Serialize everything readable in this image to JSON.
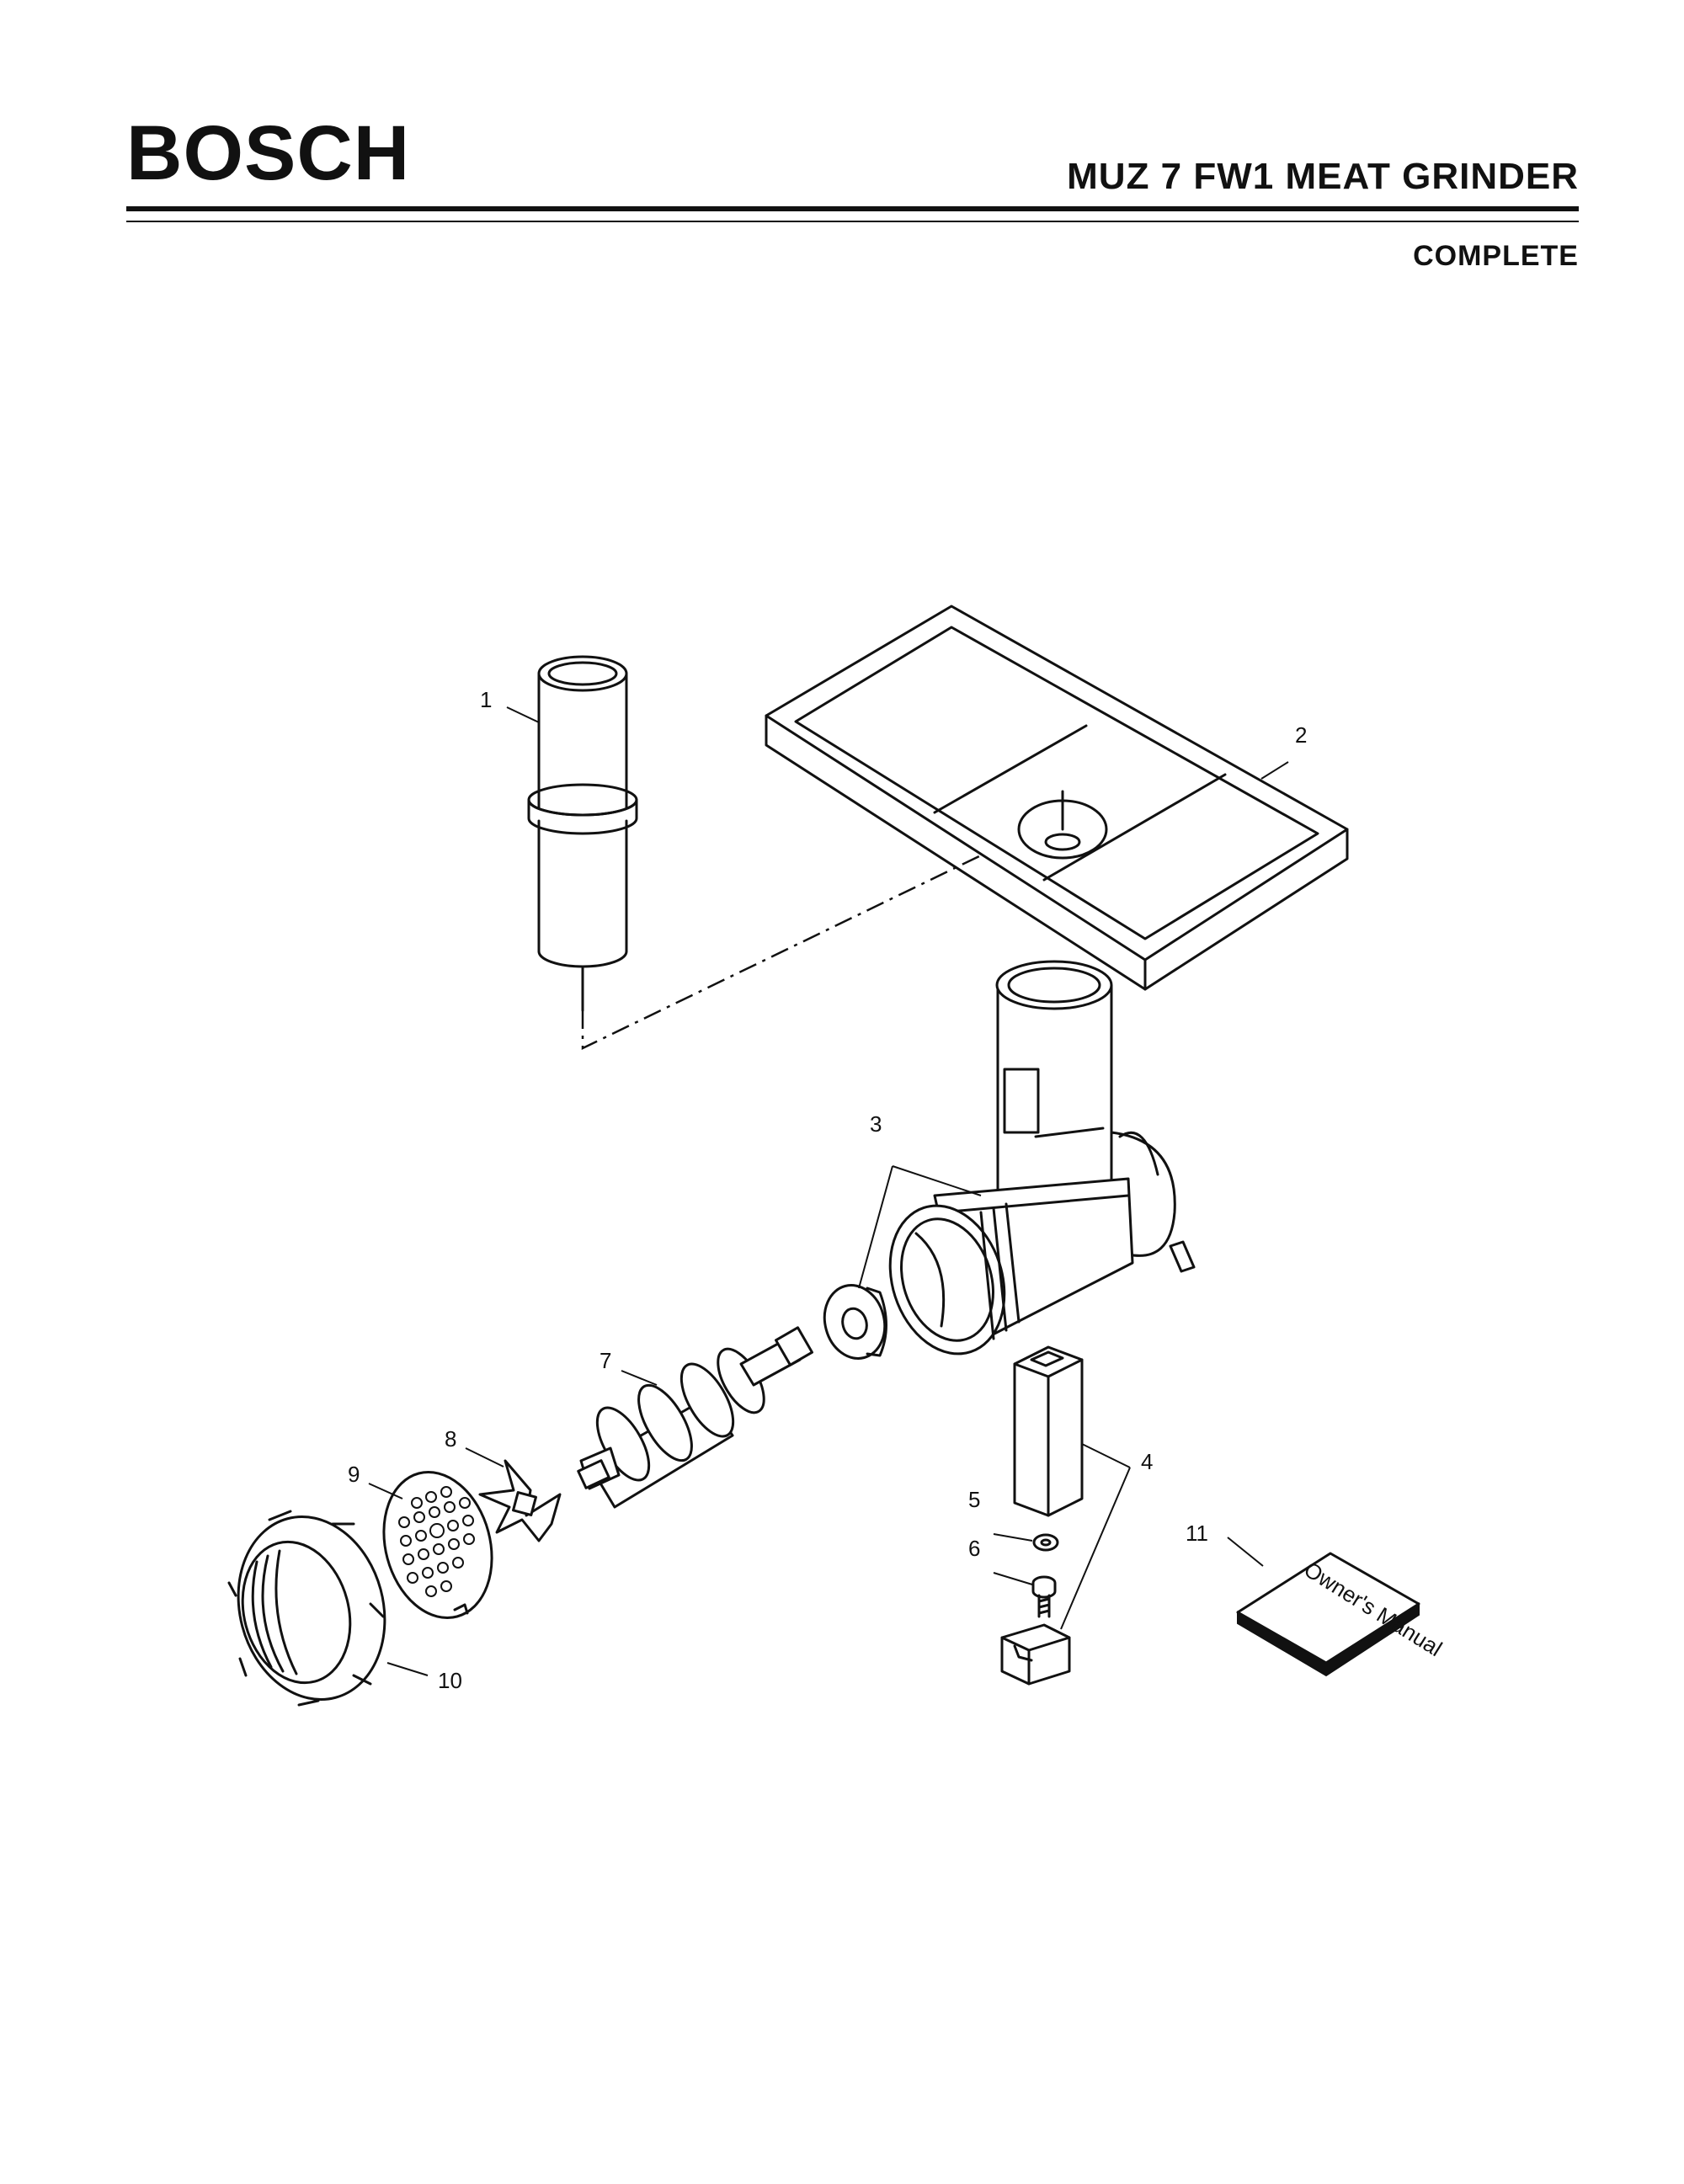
{
  "header": {
    "brand": "BOSCH",
    "title": "MUZ 7 FW1 MEAT GRINDER",
    "subtitle": "COMPLETE"
  },
  "parts": [
    {
      "number": "1"
    },
    {
      "number": "2"
    },
    {
      "number": "3"
    },
    {
      "number": "4"
    },
    {
      "number": "5"
    },
    {
      "number": "6"
    },
    {
      "number": "7"
    },
    {
      "number": "8"
    },
    {
      "number": "9"
    },
    {
      "number": "10"
    },
    {
      "number": "11"
    }
  ],
  "manual_cover_text": "Owner's Manual"
}
